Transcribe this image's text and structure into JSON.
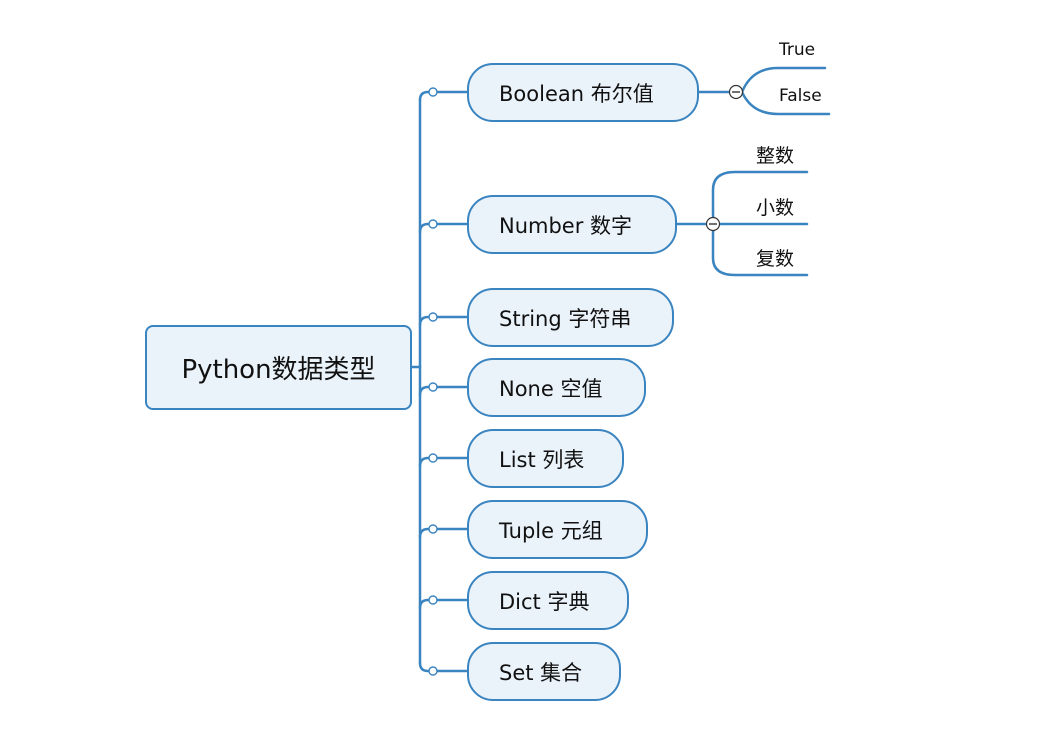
{
  "colors": {
    "line": "#3a84c0",
    "fill": "#eaf2fa"
  },
  "root": {
    "label": "Python数据类型"
  },
  "topics": [
    {
      "label": "Boolean 布尔值",
      "children": [
        "True",
        "False"
      ]
    },
    {
      "label": "Number 数字",
      "children": [
        "整数",
        "小数",
        "复数"
      ]
    },
    {
      "label": "String 字符串"
    },
    {
      "label": "None 空值"
    },
    {
      "label": "List 列表"
    },
    {
      "label": "Tuple 元组"
    },
    {
      "label": "Dict 字典"
    },
    {
      "label": "Set 集合"
    }
  ]
}
